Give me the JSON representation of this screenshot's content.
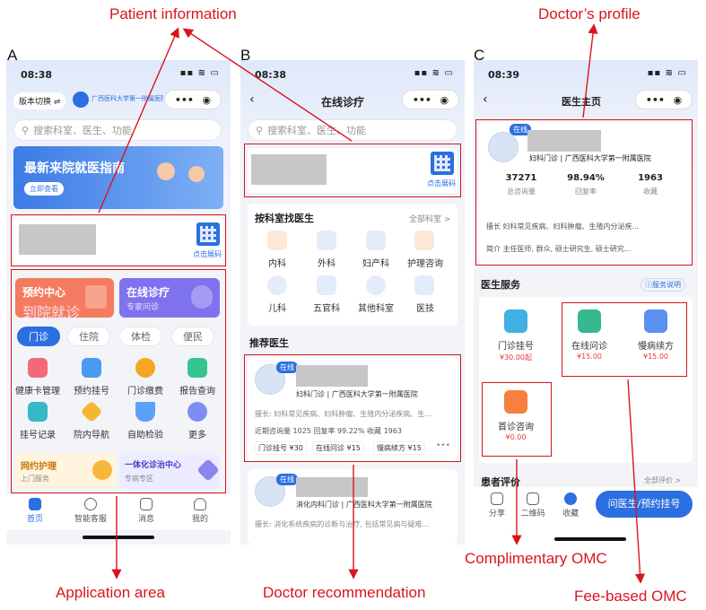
{
  "annotations": {
    "patient_info": "Patient information",
    "doctor_profile": "Doctor’s profile",
    "application_area": "Application area",
    "doctor_recommendation": "Doctor recommendation",
    "complimentary_omc": "Complimentary OMC",
    "fee_based_omc": "Fee-based OMC"
  },
  "panels": {
    "a": "A",
    "b": "B",
    "c": "C"
  },
  "colors": {
    "annotation_red": "#d9141e",
    "accent_blue": "#2b6fe0",
    "price_red": "#e53935"
  },
  "phone_a": {
    "time": "08:38",
    "version_switch": "版本切换 ⇌",
    "hospital_name": "广西医科大学第一附属医院",
    "search_placeholder": "搜索科室、医生、功能",
    "banner_title": "最新来院就医指南",
    "banner_button": "立即查看",
    "qr_label": "点击展码",
    "feature_left_title": "预约中心",
    "feature_left_sub": "到院就诊",
    "feature_right_title": "在线诊疗",
    "feature_right_sub": "专家问诊",
    "tabs": [
      "门诊",
      "住院",
      "体检",
      "便民"
    ],
    "grid": [
      "健康卡管理",
      "预约挂号",
      "门诊缴费",
      "报告查询",
      "挂号记录",
      "院内导航",
      "自助检验",
      "更多"
    ],
    "bottom_left_title": "网约护理",
    "bottom_left_sub": "上门服务",
    "bottom_right_title": "一体化诊治中心",
    "bottom_right_sub": "专病专区",
    "nav": [
      "首页",
      "智能客服",
      "消息",
      "我的"
    ]
  },
  "phone_b": {
    "time": "08:38",
    "title": "在线诊疗",
    "search_placeholder": "搜索科室、医生、功能",
    "qr_label": "点击展码",
    "dept_section": "按科室找医生",
    "all_depts": "全部科室 >",
    "depts": [
      "内科",
      "外科",
      "妇产科",
      "护理咨询",
      "儿科",
      "五官科",
      "其他科室",
      "医技"
    ],
    "recommend_section": "推荐医生",
    "doctor1": {
      "badge": "在线",
      "dept": "妇科门诊 | 广西医科大学第一附属医院",
      "skill": "擅长: 妇科常见疾病、妇科肿瘤、生殖内分泌疾病、生...",
      "stats": "近期咨询量 1025   回复率 99.22%   收藏 1963",
      "services": [
        "门诊挂号 ¥30",
        "在线问诊 ¥15",
        "慢病续方 ¥15"
      ]
    },
    "doctor2": {
      "badge": "在线",
      "dept": "消化内科门诊 | 广西医科大学第一附属医院",
      "skill": "擅长: 消化系统疾病的诊断与治疗, 包括常见病与疑难..."
    }
  },
  "phone_c": {
    "time": "08:39",
    "title": "医生主页",
    "badge": "在线",
    "dept": "妇科门诊 | 广西医科大学第一附属医院",
    "stats": [
      {
        "value": "37271",
        "label": "总咨询量"
      },
      {
        "value": "98.94%",
        "label": "回复率"
      },
      {
        "value": "1963",
        "label": "收藏"
      }
    ],
    "skill": "擅长  妇科常见疾病、妇科肿瘤、生殖内分泌疾...",
    "intro": "简介  主任医师, 群众, 硕士研究生, 硕士研究...",
    "service_section": "医生服务",
    "service_note": "ⓘ服务说明",
    "services": [
      {
        "name": "门诊挂号",
        "price": "¥30.00起"
      },
      {
        "name": "在线问诊",
        "price": "¥15.00"
      },
      {
        "name": "慢病续方",
        "price": "¥15.00"
      },
      {
        "name": "首诊咨询",
        "price": "¥0.00"
      }
    ],
    "review_section": "患者评价",
    "all_reviews": "全部评价 >",
    "bottom": [
      "分享",
      "二维码",
      "收藏"
    ],
    "cta": "问医生/预约挂号"
  }
}
